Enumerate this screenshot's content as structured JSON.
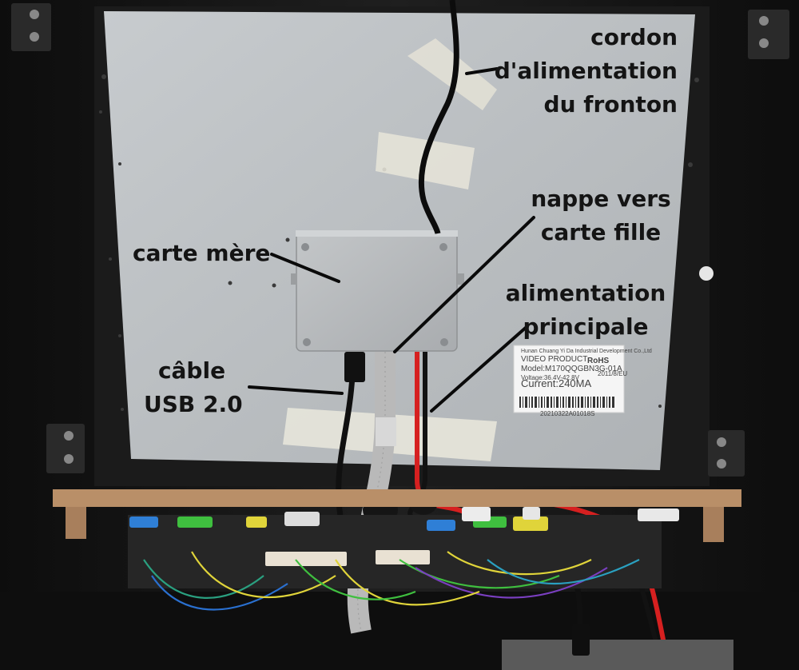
{
  "image": {
    "subject": "arcade-cabinet-interior",
    "colors": {
      "cabinet": "#141414",
      "panel": "#bfc3c6",
      "mdf_board": "#b98f68",
      "label_text": "#141414",
      "power_wire": "#d62020",
      "ribbon": "#b9b9b9"
    }
  },
  "labels": {
    "cordon": [
      "cordon",
      "d'alimentation",
      "du fronton"
    ],
    "nappe": [
      "nappe vers",
      "carte fille"
    ],
    "alimentation": [
      "alimentation",
      "principale"
    ],
    "carte_mere": "carte mère",
    "usb": [
      "câble",
      "USB 2.0"
    ]
  },
  "sticker": {
    "company": "Hunan Chuang Yi Da Industrial Development Co.,Ltd",
    "product": "VIDEO PRODUCT",
    "rohs": "RoHS",
    "model": "Model:M170QQGBN3G-01A",
    "voltage": "Voltage:36.4V-42.8V",
    "date": "2011/8/EU",
    "current": "Current:240MA",
    "barcode_text": "20210322A01018S"
  }
}
